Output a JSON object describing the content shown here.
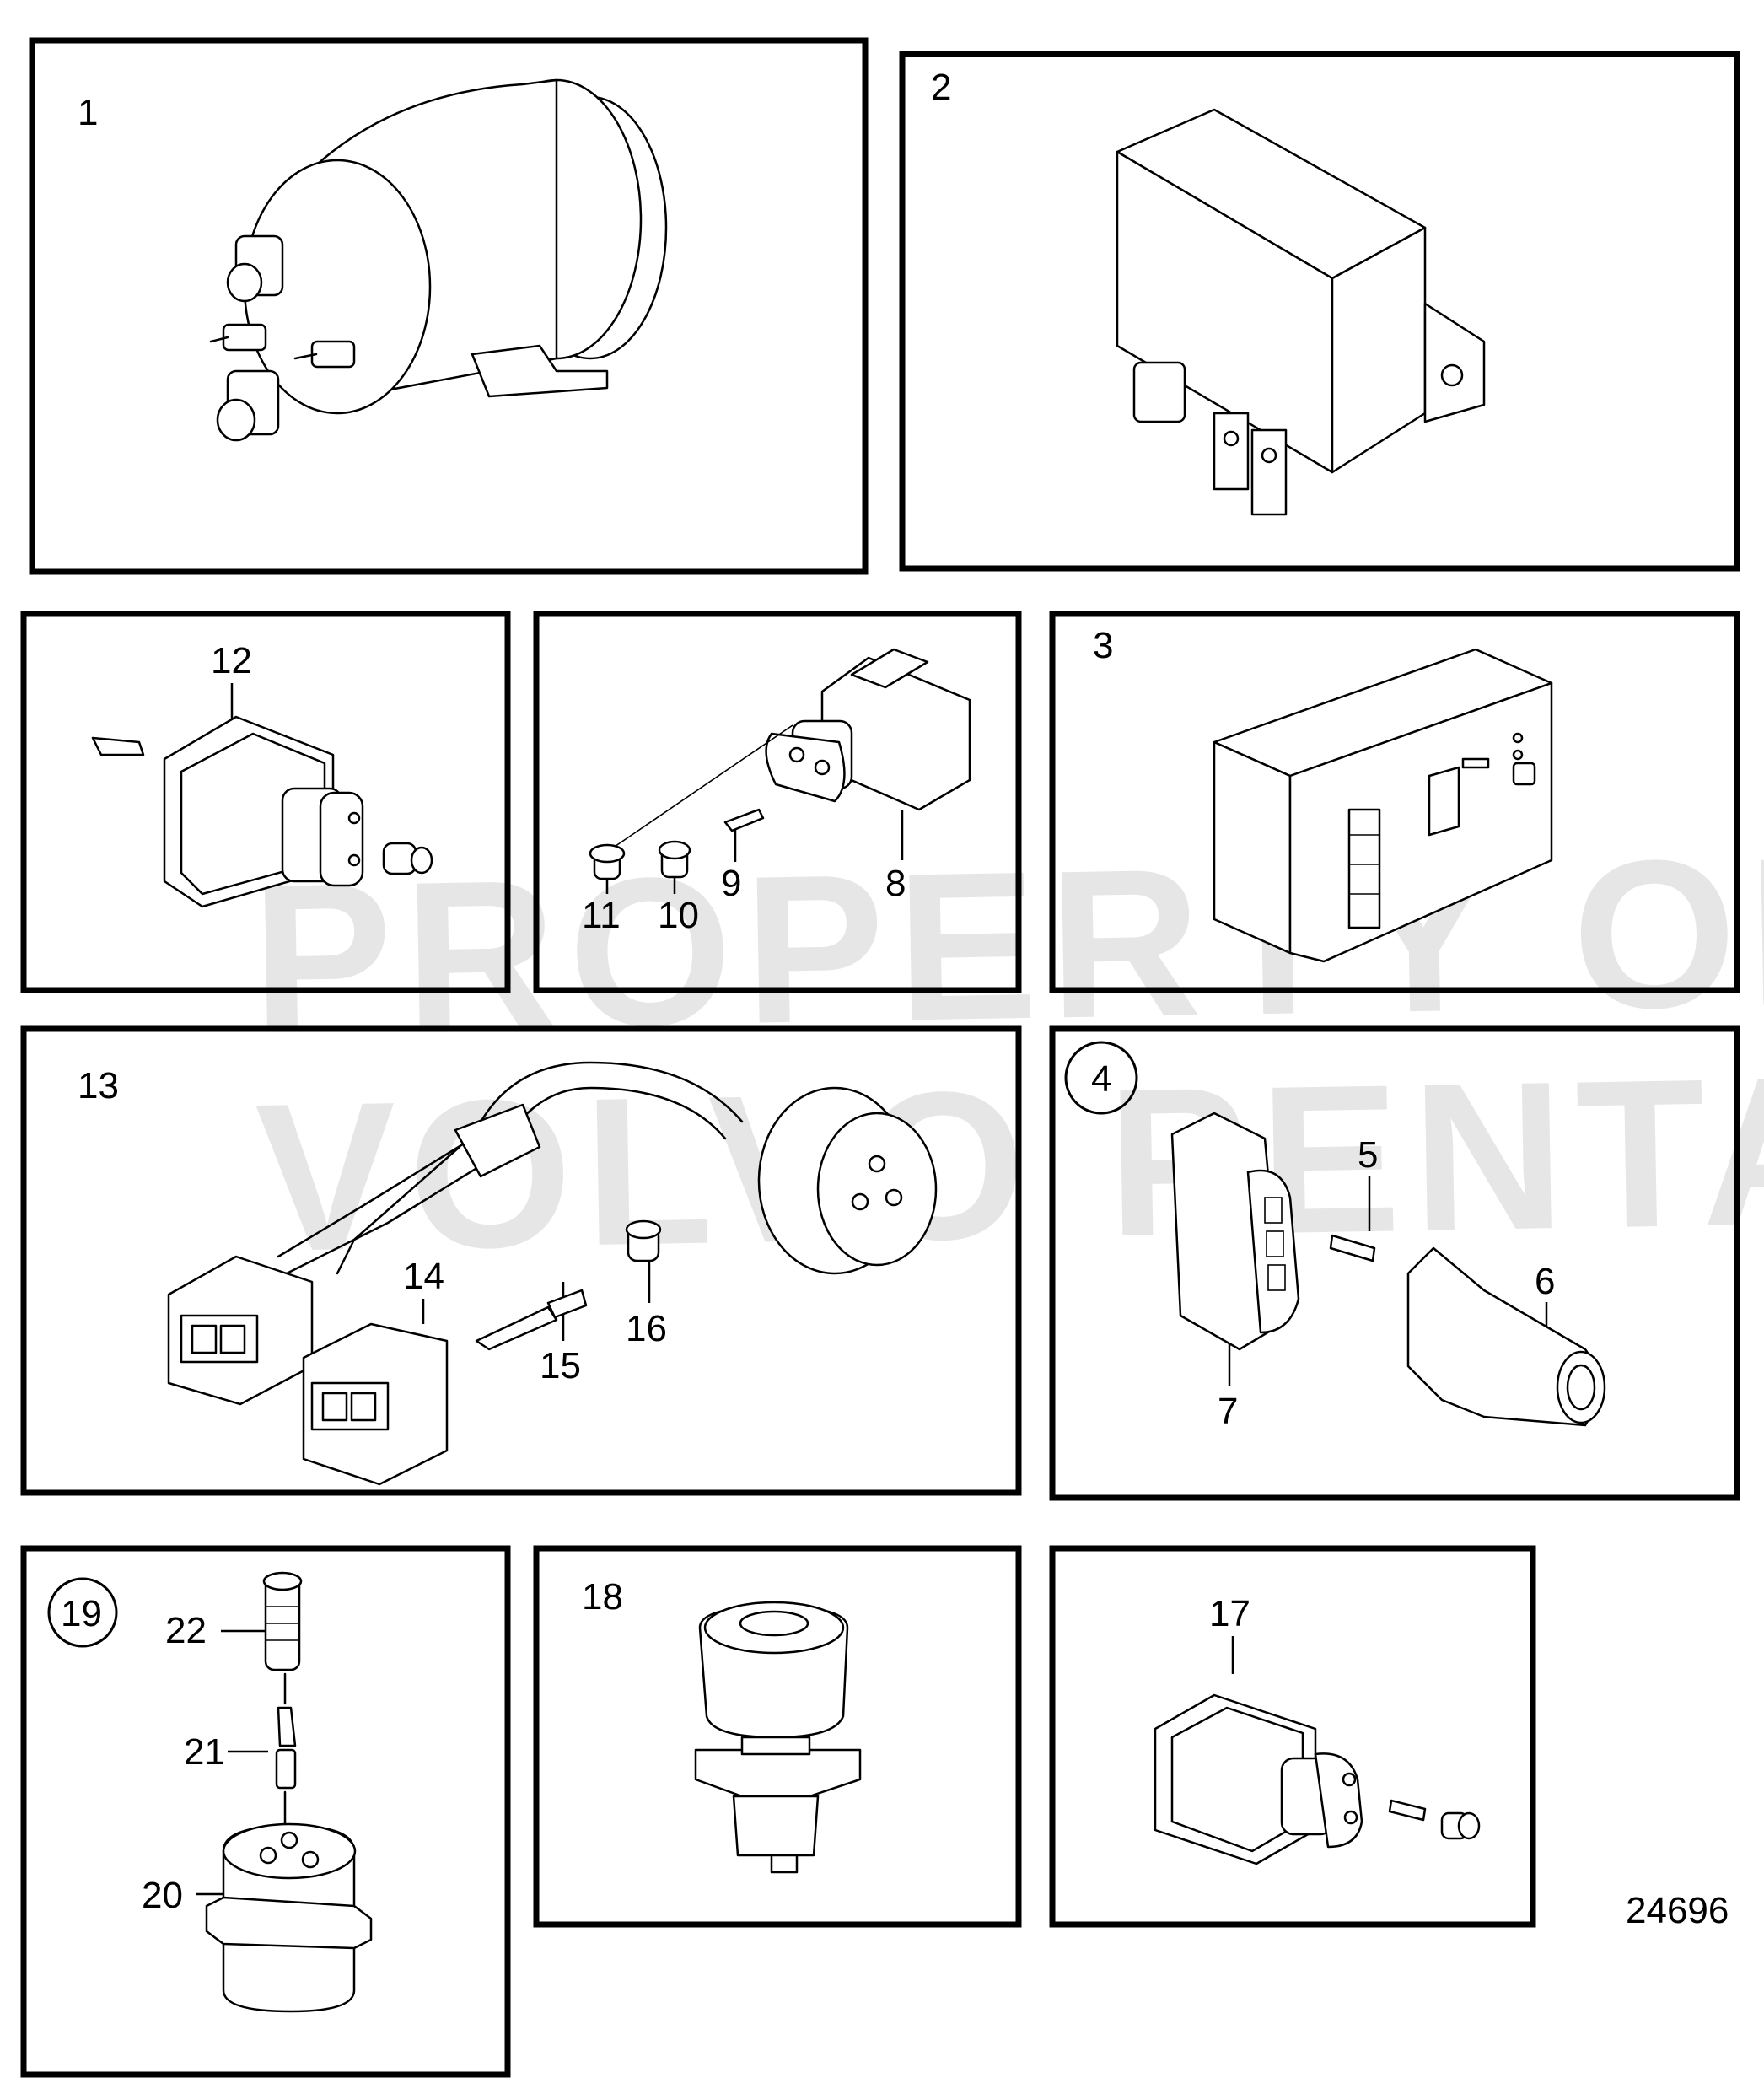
{
  "drawing_number": "24696",
  "watermark": {
    "line1": "PROPERTY OF",
    "line2": "VOLVO PENTA"
  },
  "panels": [
    {
      "id": "panel-1",
      "labels": [
        "1"
      ]
    },
    {
      "id": "panel-2",
      "labels": [
        "2"
      ]
    },
    {
      "id": "panel-12",
      "labels": [
        "12"
      ]
    },
    {
      "id": "panel-8",
      "labels": [
        "8",
        "9",
        "10",
        "11"
      ]
    },
    {
      "id": "panel-3",
      "labels": [
        "3"
      ]
    },
    {
      "id": "panel-13",
      "labels": [
        "13",
        "14",
        "15",
        "16"
      ]
    },
    {
      "id": "panel-4",
      "labels": [
        "4",
        "5",
        "6",
        "7"
      ]
    },
    {
      "id": "panel-19",
      "labels": [
        "19",
        "20",
        "21",
        "22"
      ]
    },
    {
      "id": "panel-18",
      "labels": [
        "18"
      ]
    },
    {
      "id": "panel-17",
      "labels": [
        "17"
      ]
    }
  ],
  "labels": {
    "p1": "1",
    "p2": "2",
    "p3": "3",
    "p4": "4",
    "p5": "5",
    "p6": "6",
    "p7": "7",
    "p8": "8",
    "p9": "9",
    "p10": "10",
    "p11": "11",
    "p12": "12",
    "p13": "13",
    "p14": "14",
    "p15": "15",
    "p16": "16",
    "p17": "17",
    "p18": "18",
    "p19": "19",
    "p20": "20",
    "p21": "21",
    "p22": "22"
  }
}
